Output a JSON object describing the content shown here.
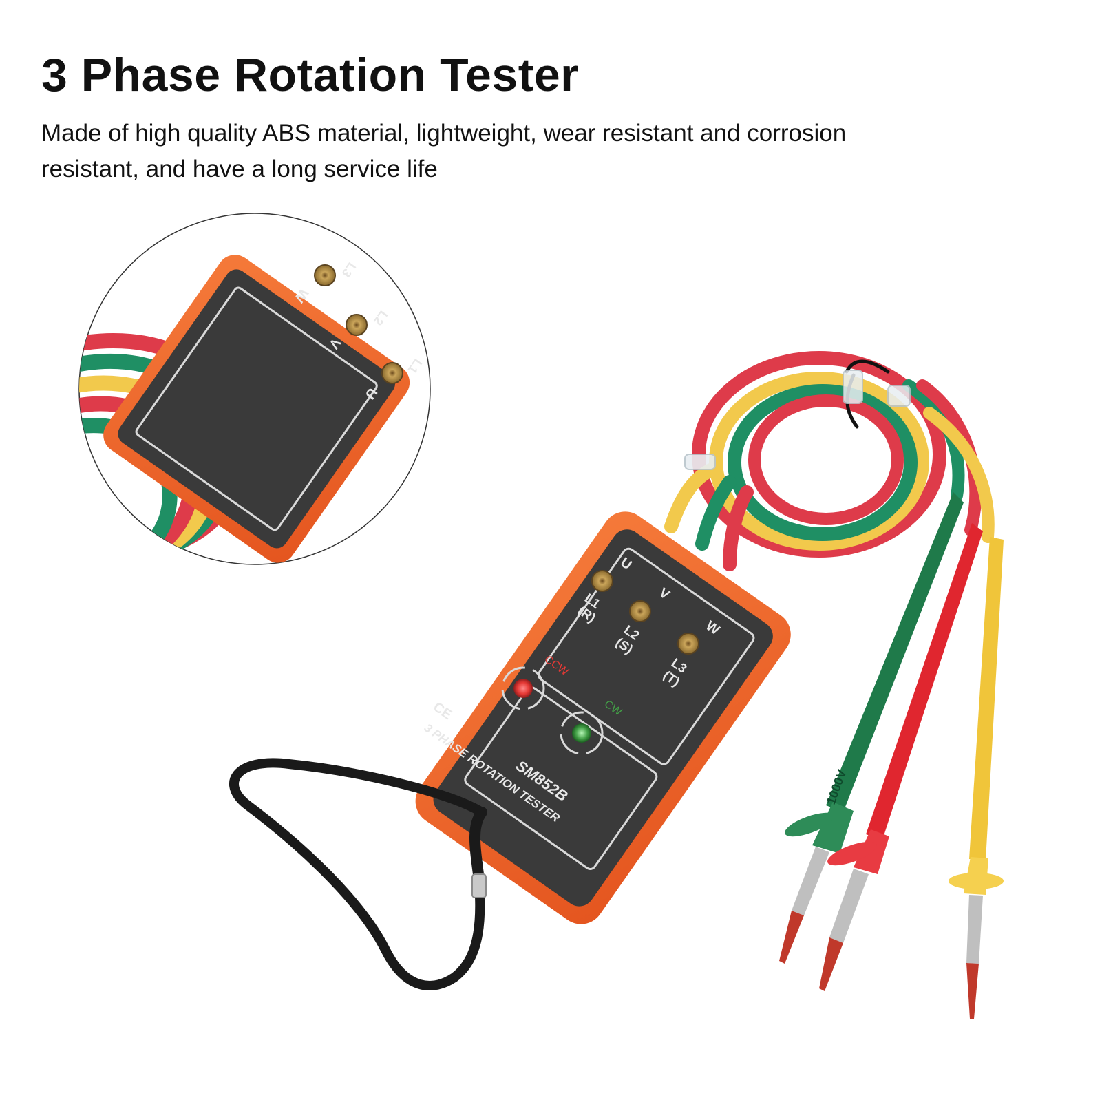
{
  "header": {
    "title": "3 Phase Rotation Tester",
    "description": "Made of high quality ABS material, lightweight, wear resistant and corrosion resistant, and have a long service life"
  },
  "device": {
    "terminals": [
      {
        "letter": "U",
        "line": "L1",
        "code": "(R)"
      },
      {
        "letter": "V",
        "line": "L2",
        "code": "(S)"
      },
      {
        "letter": "W",
        "line": "L3",
        "code": "(T)"
      }
    ],
    "ccw_label": "CCW",
    "cw_label": "CW",
    "ce_mark": "CE",
    "model": "SM852B",
    "product_name": "3 PHASE ROTATION TESTER",
    "probe_rating": "1000V"
  },
  "colors": {
    "body_orange": "#f0692c",
    "panel_dark": "#3a3a3a",
    "wire_red": "#de3b4a",
    "wire_green": "#1f8f64",
    "wire_yellow": "#f2c94c",
    "probe_green": "#1f7a4a",
    "probe_red": "#e0262f",
    "probe_yellow": "#f0c53a",
    "led_ccw": "#e53935",
    "led_cw": "#43a047"
  }
}
